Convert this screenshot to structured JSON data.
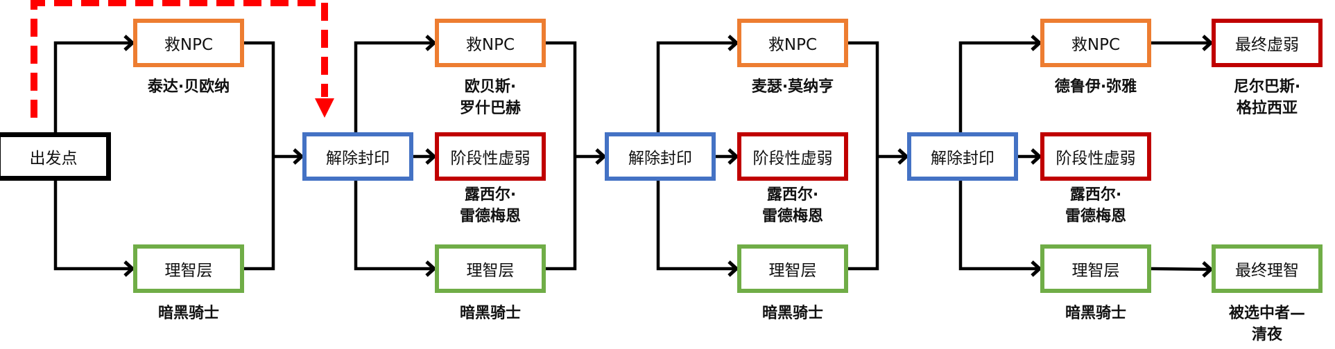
{
  "diagram": {
    "type": "flowchart",
    "colors": {
      "start": "#000000",
      "unseal": "#4472C4",
      "rescue_npc": "#ED7D31",
      "weakness": "#C00000",
      "sanity": "#70AD47",
      "loop_arrow": "#FF0000",
      "connector": "#000000"
    },
    "start": {
      "label": "出发点"
    },
    "loop_arrow": {
      "style": "dashed",
      "from": "出发点",
      "to": "解除封印 (1)"
    },
    "stages": [
      {
        "unseal": null,
        "rescue_npc": {
          "label": "救NPC",
          "caption": [
            "泰达·贝欧纳"
          ]
        },
        "weakness": null,
        "sanity": {
          "label": "理智层",
          "caption": [
            "暗黑骑士"
          ]
        }
      },
      {
        "unseal": {
          "label": "解除封印"
        },
        "rescue_npc": {
          "label": "救NPC",
          "caption": [
            "欧贝斯·",
            "罗什巴赫"
          ]
        },
        "weakness": {
          "label": "阶段性虚弱",
          "caption": [
            "露西尔·",
            "雷德梅恩"
          ]
        },
        "sanity": {
          "label": "理智层",
          "caption": [
            "暗黑骑士"
          ]
        }
      },
      {
        "unseal": {
          "label": "解除封印"
        },
        "rescue_npc": {
          "label": "救NPC",
          "caption": [
            "麦瑟·莫纳亨"
          ]
        },
        "weakness": {
          "label": "阶段性虚弱",
          "caption": [
            "露西尔·",
            "雷德梅恩"
          ]
        },
        "sanity": {
          "label": "理智层",
          "caption": [
            "暗黑骑士"
          ]
        }
      },
      {
        "unseal": {
          "label": "解除封印"
        },
        "rescue_npc": {
          "label": "救NPC",
          "caption": [
            "德鲁伊·弥雅"
          ]
        },
        "weakness": {
          "label": "阶段性虚弱",
          "caption": [
            "露西尔·",
            "雷德梅恩"
          ]
        },
        "sanity": {
          "label": "理智层",
          "caption": [
            "暗黑骑士"
          ]
        }
      }
    ],
    "finals": {
      "final_weakness": {
        "label": "最终虚弱",
        "caption": [
          "尼尔巴斯·",
          "格拉西亚"
        ]
      },
      "final_sanity": {
        "label": "最终理智",
        "caption": [
          "被选中者—",
          "清夜"
        ]
      }
    }
  }
}
